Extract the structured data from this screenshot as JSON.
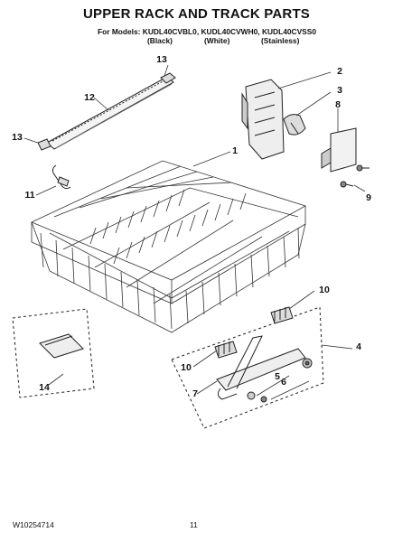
{
  "header": {
    "title": "UPPER RACK AND TRACK PARTS",
    "models_line": "For Models: KUDL40CVBL0, KUDL40CVWH0, KUDL40CVSS0",
    "finishes": [
      "(Black)",
      "(White)",
      "(Stainless)"
    ]
  },
  "callouts": [
    "13",
    "12",
    "13",
    "11",
    "1",
    "2",
    "3",
    "8",
    "9",
    "10",
    "4",
    "10",
    "7",
    "5",
    "6",
    "14"
  ],
  "footer": {
    "doc_number": "W10254714",
    "page_number": "11"
  }
}
